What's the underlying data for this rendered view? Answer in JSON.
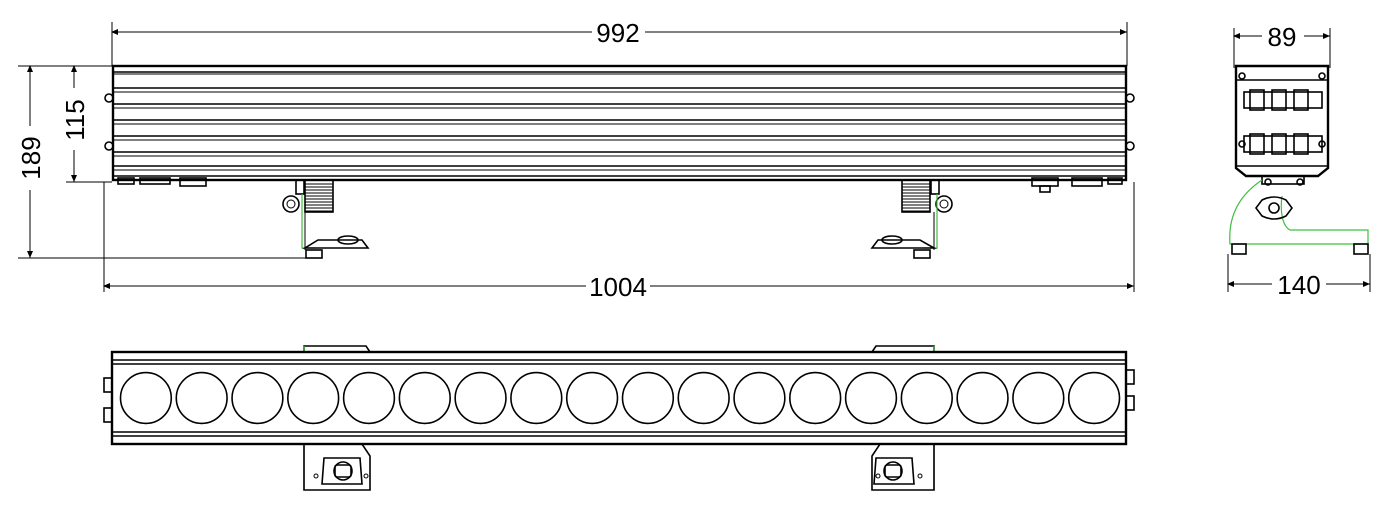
{
  "dimensions": {
    "top_width": "992",
    "overall_width": "1004",
    "overall_height": "189",
    "body_height": "115",
    "side_width": "89",
    "base_width": "140"
  },
  "front_view": {
    "lens_count": 18
  },
  "colors": {
    "line": "#000000",
    "bracket": "#3fbf3f",
    "background": "#ffffff"
  }
}
